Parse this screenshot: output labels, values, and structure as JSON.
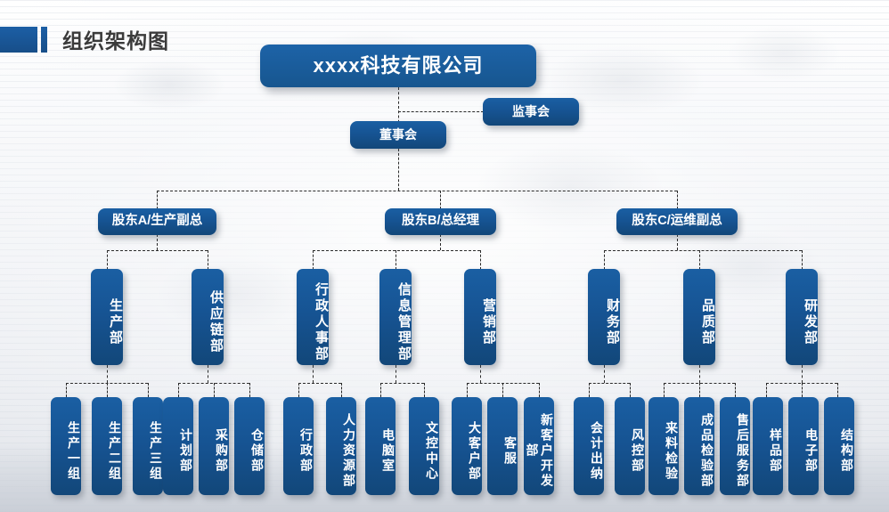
{
  "header": {
    "title": "组织架构图",
    "accent_color": "#175491"
  },
  "theme": {
    "node_blue": "#165392",
    "node_blue_light": "#1A5FA3",
    "connector_color": "#2b2b2b",
    "text_color": "#ffffff"
  },
  "chart_data": {
    "type": "diagram",
    "title": "组织架构图",
    "nodes": {
      "root": "xxxx科技有限公司",
      "supervisory": "监事会",
      "board": "董事会",
      "level2": [
        "股东A/生产副总",
        "股东B/总经理",
        "股东C/运维副总"
      ],
      "departments": [
        "生产部",
        "供应链部",
        "行政人事部",
        "信息管理部",
        "营销部",
        "财务部",
        "品质部",
        "研发部"
      ],
      "subunits": [
        "生产一组",
        "生产二组",
        "生产三组",
        "计划部",
        "采购部",
        "仓储部",
        "行政部",
        "人力资源部",
        "电脑室",
        "文控中心",
        "大客户部",
        "客服",
        "新客户开发部",
        "会计出纳",
        "风控部",
        "来料检验",
        "成品检验部",
        "售后服务部",
        "样品部",
        "电子部",
        "结构部"
      ]
    }
  }
}
